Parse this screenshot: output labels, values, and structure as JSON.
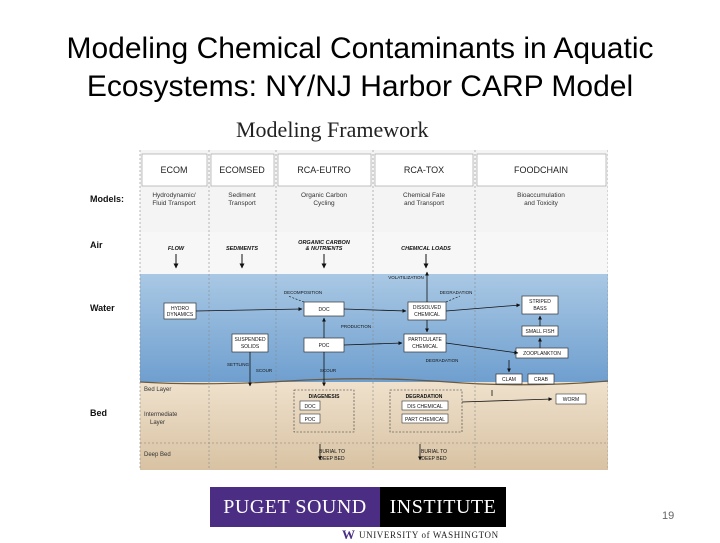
{
  "slide": {
    "title": "Modeling Chemical Contaminants in Aquatic\nEcosystems:  NY/NJ Harbor CARP Model",
    "page_number": "19"
  },
  "framework": {
    "title": "Modeling Framework",
    "models": [
      "ECOM",
      "ECOMSED",
      "RCA-EUTRO",
      "RCA-TOX",
      "FOODCHAIN"
    ],
    "model_desc": [
      [
        "Hydrodynamic/",
        "Fluid Transport"
      ],
      [
        "Sediment",
        "Transport"
      ],
      [
        "Organic Carbon",
        "Cycling"
      ],
      [
        "Chemical Fate",
        "and Transport"
      ],
      [
        "Bioaccumulation",
        "and Toxicity"
      ]
    ],
    "row_labels": {
      "models": "Models:",
      "air": "Air",
      "water": "Water",
      "bed": "Bed",
      "bed_layer": "Bed Layer",
      "intermediate_layer": [
        "Intermediate",
        "Layer"
      ],
      "deep_bed": "Deep Bed"
    },
    "air_inputs": {
      "flow": "FLOW",
      "sediments": "SEDIMENTS",
      "organic_carbon": [
        "ORGANIC CARBON",
        "& NUTRIENTS"
      ],
      "chemical_loads": "CHEMICAL LOADS"
    },
    "process_labels": {
      "volatilization": "VOLATILIZATION",
      "decomposition": "DECOMPOSITION",
      "degradation_top": "DEGRADATION",
      "production": "PRODUCTION",
      "degradation_mid": "DEGRADATION",
      "settling": "SETTLING",
      "scour_1": "SCOUR",
      "scour_2": "SCOUR",
      "diagenesis": "DIAGENESIS",
      "degradation_bed": "DEGRADATION",
      "burial_1": [
        "BURIAL TO",
        "DEEP BED"
      ],
      "burial_2": [
        "BURIAL TO",
        "DEEP BED"
      ]
    },
    "boxes": {
      "hydrodynamics": [
        "HYDRO",
        "DYNAMICS"
      ],
      "doc": "DOC",
      "dissolved_chemical": [
        "DISSOLVED",
        "CHEMICAL"
      ],
      "suspended_solids": [
        "SUSPENDED",
        "SOLIDS"
      ],
      "poc": "POC",
      "particulate_chemical": [
        "PARTICULATE",
        "CHEMICAL"
      ],
      "striped_bass": [
        "STRIPED",
        "BASS"
      ],
      "small_fish": "SMALL FISH",
      "zooplankton": "ZOOPLANKTON",
      "clam": "CLAM",
      "crab": "CRAB",
      "worm": "WORM",
      "bed_doc": "DOC",
      "bed_poc": "POC",
      "bed_dis_chemical": "DIS CHEMICAL",
      "bed_part_chemical": "PART CHEMICAL"
    }
  },
  "logo": {
    "left": "PUGET SOUND",
    "right": "INSTITUTE",
    "uw_mark": "W",
    "uw_name": "UNIVERSITY of WASHINGTON"
  }
}
